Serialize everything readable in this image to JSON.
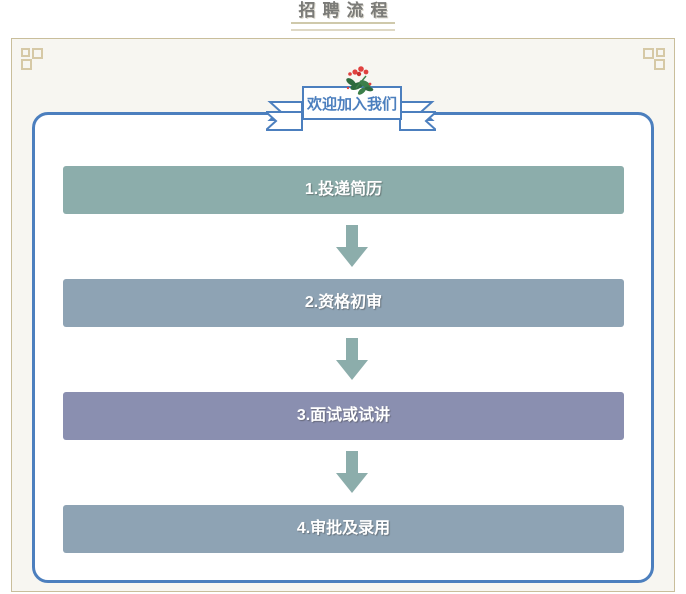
{
  "page": {
    "title": "招聘流程",
    "background_color": "#FFFFFF",
    "frame_background_color": "#F7F6F1",
    "frame_border_color": "#C9BE9B",
    "title_color": "#7B7B78",
    "title_underline_color": "#CFC9AB"
  },
  "ribbon": {
    "label": "欢迎加入我们",
    "accent_color": "#4C7FBE",
    "decoration_icon": "floral-sprig-icon"
  },
  "flow": {
    "container_border_color": "#4C7FBE",
    "arrow_color": "#8CADAB",
    "arrow_icon": "arrow-down-icon",
    "steps": [
      {
        "label": "1.投递简历",
        "color": "#8CADAB"
      },
      {
        "label": "2.资格初审",
        "color": "#8EA3B4"
      },
      {
        "label": "3.面试或试讲",
        "color": "#8A8FB0"
      },
      {
        "label": "4.审批及录用",
        "color": "#8EA3B4"
      }
    ]
  },
  "ornaments": {
    "corner_color": "#D6C9A6",
    "corner_icon": "corner-ornament-icon"
  }
}
